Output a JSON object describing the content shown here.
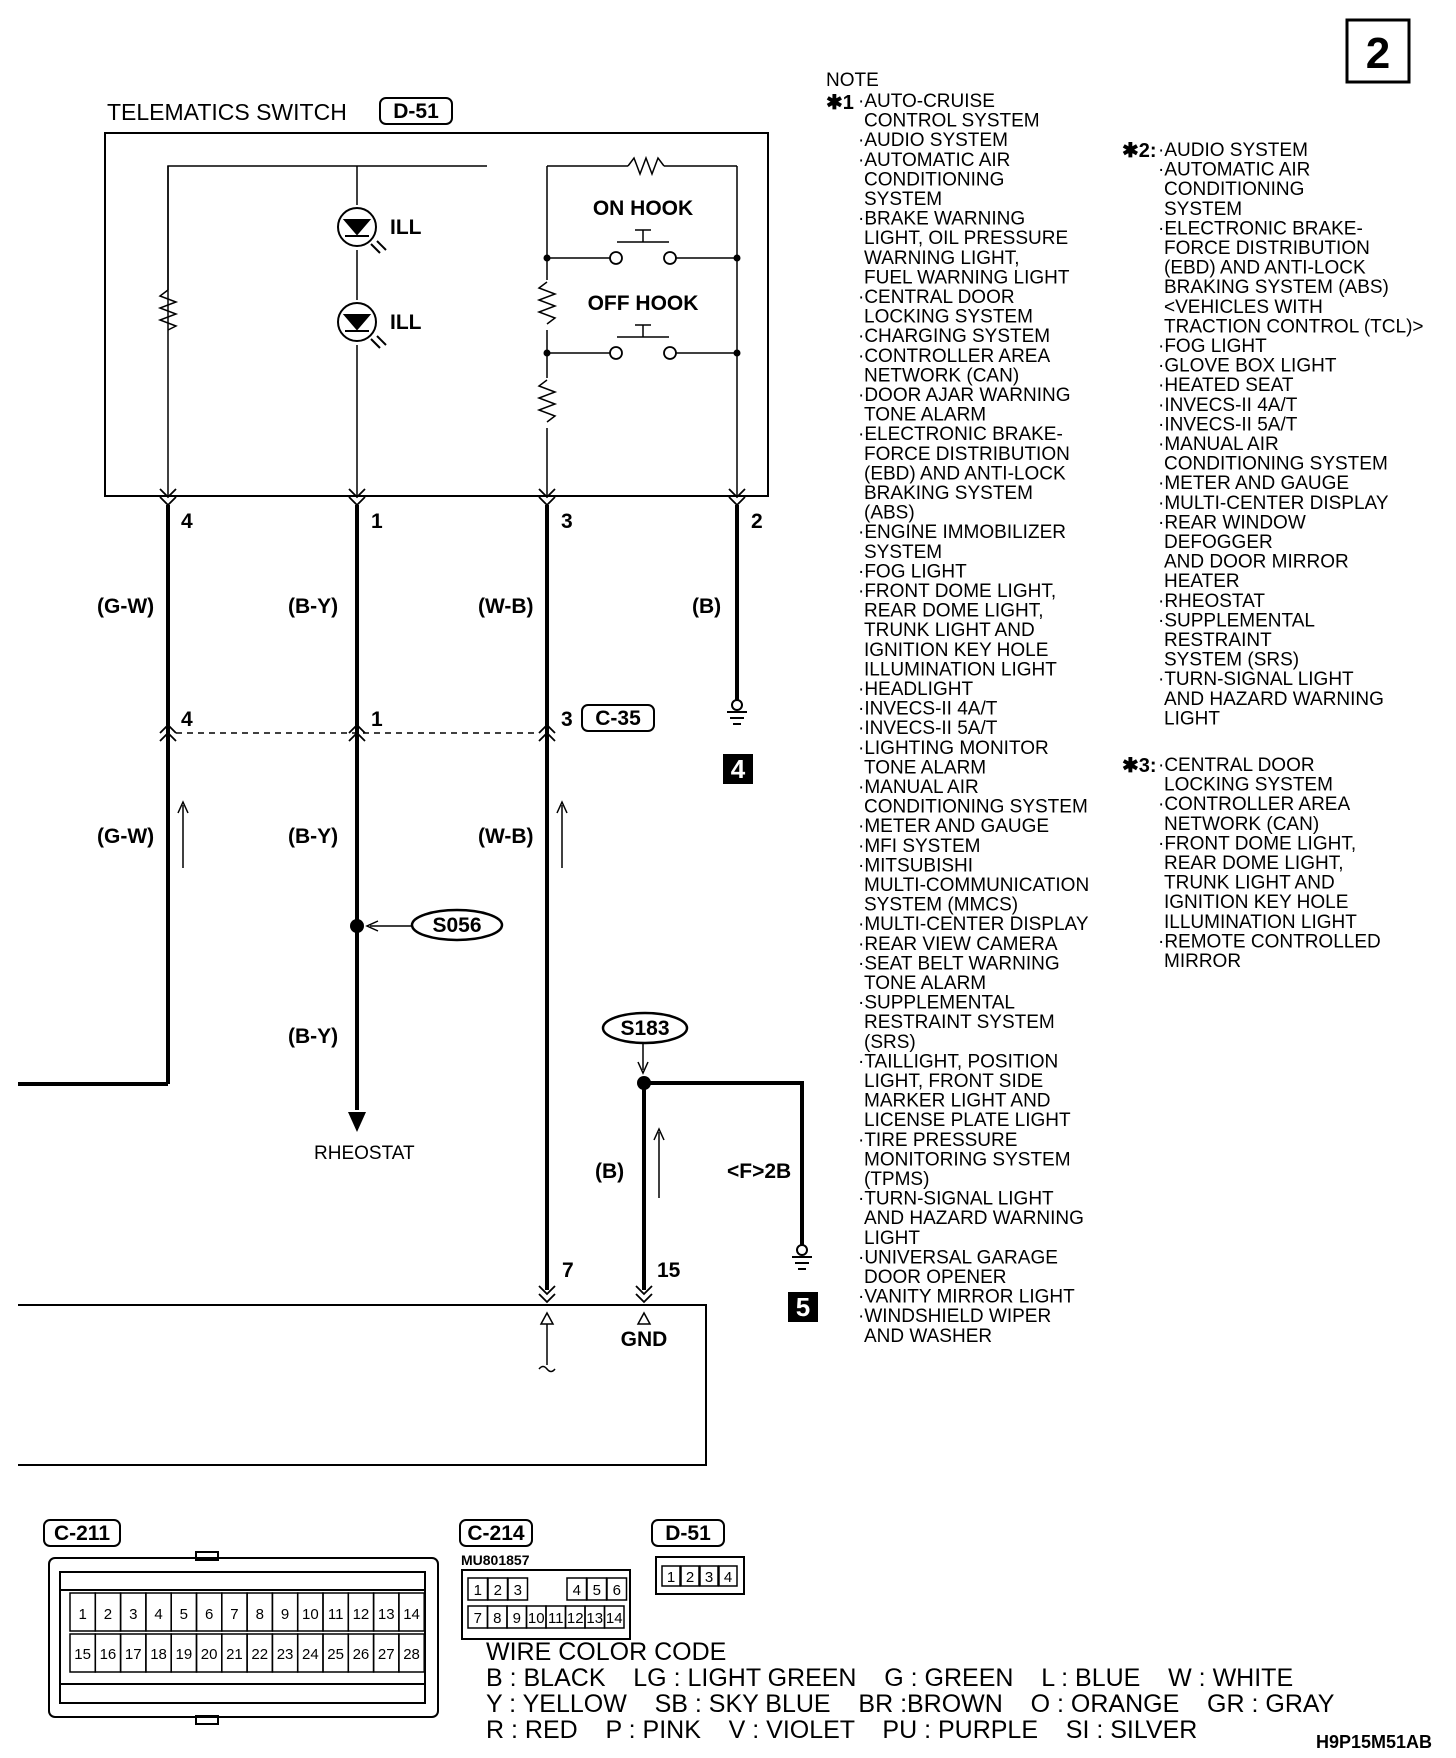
{
  "page_badge": "2",
  "switch": {
    "title": "TELEMATICS SWITCH",
    "connector": "D-51",
    "ill1": "ILL",
    "ill2": "ILL",
    "on_hook": "ON HOOK",
    "off_hook": "OFF HOOK"
  },
  "pins_top": [
    "4",
    "1",
    "3",
    "2"
  ],
  "wires": {
    "gw": "(G-W)",
    "by": "(B-Y)",
    "wb": "(W-B)",
    "b": "(B)"
  },
  "c35": {
    "connector": "C-35",
    "pins": [
      "4",
      "1",
      "3"
    ]
  },
  "ground_refs": [
    "4",
    "5"
  ],
  "splices": [
    "S056",
    "S183"
  ],
  "rheostat": "RHEOSTAT",
  "f2b": "<F>2B",
  "bottom_pins": [
    "7",
    "15"
  ],
  "gnd": "GND",
  "note": {
    "title": "NOTE",
    "star1": "✱1",
    "star2": "✱2:",
    "star3": "✱3:",
    "col1": [
      "·AUTO-CRUISE",
      "CONTROL SYSTEM",
      "·AUDIO SYSTEM",
      "·AUTOMATIC AIR",
      "CONDITIONING",
      "SYSTEM",
      "·BRAKE WARNING",
      "LIGHT, OIL PRESSURE",
      "WARNING LIGHT,",
      "FUEL WARNING LIGHT",
      "·CENTRAL DOOR",
      "LOCKING SYSTEM",
      "·CHARGING SYSTEM",
      "·CONTROLLER AREA",
      "NETWORK (CAN)",
      "·DOOR AJAR WARNING",
      "TONE ALARM",
      "·ELECTRONIC BRAKE-",
      "FORCE DISTRIBUTION",
      "(EBD) AND ANTI-LOCK",
      "BRAKING SYSTEM",
      "(ABS)",
      "·ENGINE IMMOBILIZER",
      "SYSTEM",
      "·FOG LIGHT",
      "·FRONT DOME LIGHT,",
      "REAR DOME LIGHT,",
      "TRUNK LIGHT AND",
      "IGNITION KEY HOLE",
      "ILLUMINATION LIGHT",
      "·HEADLIGHT",
      "·INVECS-II 4A/T",
      "·INVECS-II 5A/T",
      "·LIGHTING MONITOR",
      "TONE ALARM",
      "·MANUAL AIR",
      "CONDITIONING SYSTEM",
      "·METER AND GAUGE",
      "·MFI SYSTEM",
      "·MITSUBISHI",
      "MULTI-COMMUNICATION",
      "SYSTEM (MMCS)",
      "·MULTI-CENTER DISPLAY",
      "·REAR VIEW CAMERA",
      "·SEAT BELT WARNING",
      "TONE ALARM",
      "·SUPPLEMENTAL",
      "RESTRAINT SYSTEM",
      "(SRS)",
      "·TAILLIGHT, POSITION",
      "LIGHT, FRONT SIDE",
      "MARKER LIGHT AND",
      "LICENSE PLATE LIGHT",
      "·TIRE PRESSURE",
      "MONITORING SYSTEM",
      "(TPMS)",
      "·TURN-SIGNAL LIGHT",
      "AND HAZARD WARNING",
      "LIGHT",
      "·UNIVERSAL GARAGE",
      "DOOR OPENER",
      "·VANITY MIRROR LIGHT",
      "·WINDSHIELD WIPER",
      "AND WASHER"
    ],
    "col2": [
      "·AUDIO SYSTEM",
      "·AUTOMATIC AIR",
      "CONDITIONING",
      "SYSTEM",
      "·ELECTRONIC BRAKE-",
      "FORCE DISTRIBUTION",
      "(EBD) AND ANTI-LOCK",
      "BRAKING SYSTEM (ABS)",
      "<VEHICLES WITH",
      "TRACTION CONTROL (TCL)>",
      "·FOG LIGHT",
      "·GLOVE BOX LIGHT",
      "·HEATED SEAT",
      "·INVECS-II 4A/T",
      "·INVECS-II 5A/T",
      "·MANUAL AIR",
      "CONDITIONING SYSTEM",
      "·METER AND GAUGE",
      "·MULTI-CENTER DISPLAY",
      "·REAR WINDOW",
      "DEFOGGER",
      "AND DOOR MIRROR",
      "HEATER",
      "·RHEOSTAT",
      "·SUPPLEMENTAL",
      "RESTRAINT",
      "SYSTEM (SRS)",
      "·TURN-SIGNAL LIGHT",
      "AND HAZARD WARNING",
      "LIGHT"
    ],
    "col3": [
      "·CENTRAL DOOR",
      "LOCKING SYSTEM",
      "·CONTROLLER AREA",
      "NETWORK (CAN)",
      "·FRONT DOME LIGHT,",
      "REAR DOME LIGHT,",
      "TRUNK LIGHT AND",
      "IGNITION KEY HOLE",
      "ILLUMINATION LIGHT",
      "·REMOTE CONTROLLED",
      "MIRROR"
    ]
  },
  "connectors": {
    "c211": {
      "label": "C-211",
      "row1": [
        "1",
        "2",
        "3",
        "4",
        "5",
        "6",
        "7",
        "8",
        "9",
        "10",
        "11",
        "12",
        "13",
        "14"
      ],
      "row2": [
        "15",
        "16",
        "17",
        "18",
        "19",
        "20",
        "21",
        "22",
        "23",
        "24",
        "25",
        "26",
        "27",
        "28"
      ]
    },
    "c214": {
      "label": "C-214",
      "part": "MU801857",
      "row1": [
        "1",
        "2",
        "3",
        "4",
        "5",
        "6"
      ],
      "row2": [
        "7",
        "8",
        "9",
        "10",
        "11",
        "12",
        "13",
        "14"
      ]
    },
    "d51": {
      "label": "D-51",
      "pins": [
        "1",
        "2",
        "3",
        "4"
      ]
    }
  },
  "wire_color_code": {
    "title": "WIRE COLOR CODE",
    "line1": "B : BLACK    LG : LIGHT GREEN    G : GREEN    L : BLUE    W : WHITE",
    "line2": "Y : YELLOW    SB : SKY BLUE    BR :BROWN    O : ORANGE    GR : GRAY",
    "line3": "R : RED    P : PINK    V : VIOLET    PU : PURPLE    SI : SILVER"
  },
  "drawing_code": "H9P15M51AB"
}
